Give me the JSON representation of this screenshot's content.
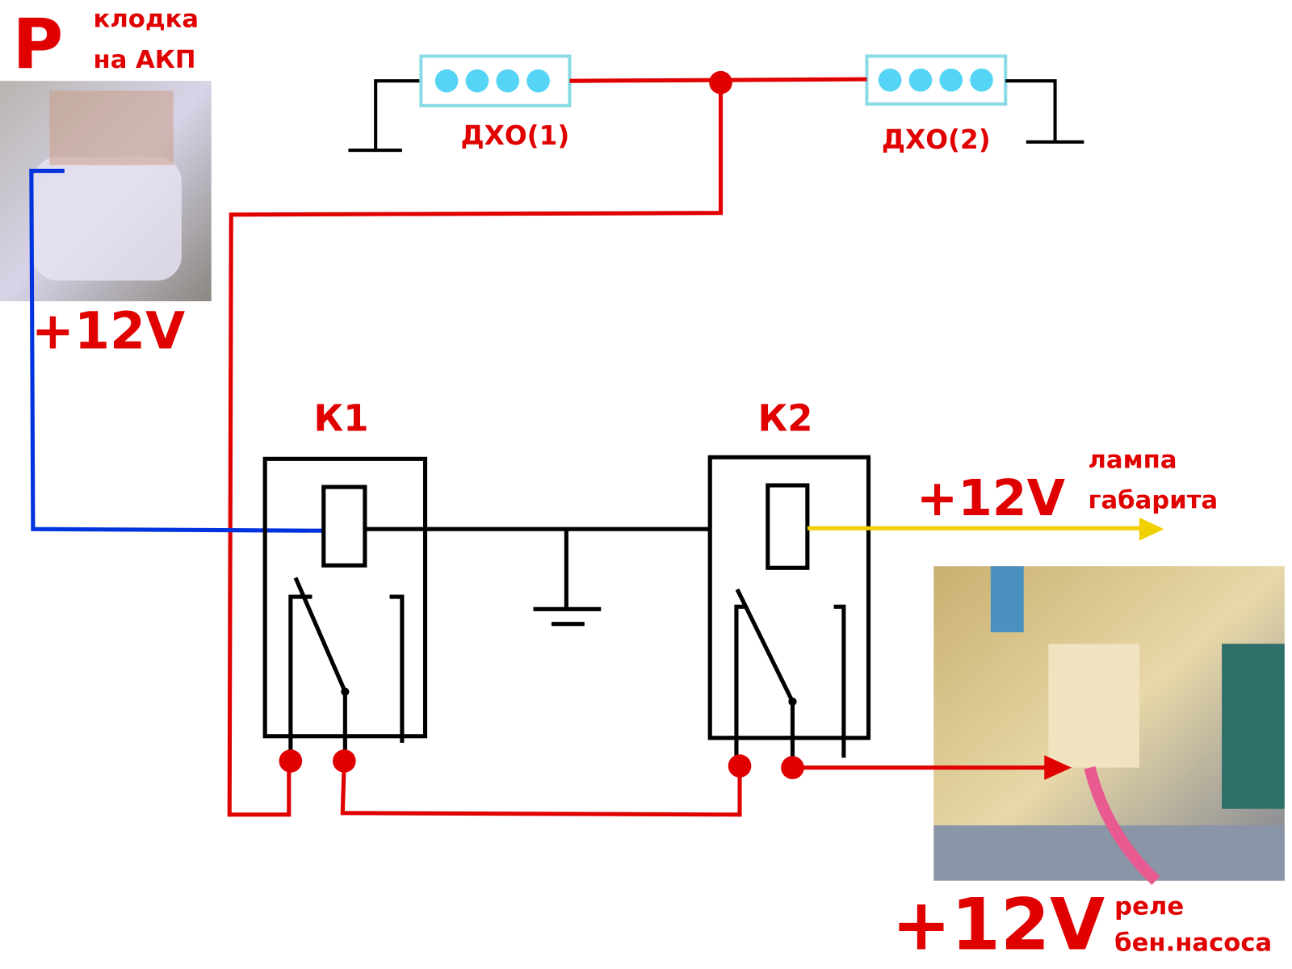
{
  "title_letter": "P",
  "park_label": [
    "клодка",
    "на АКП"
  ],
  "v12_left": "+12V",
  "drl1": "ДХО(1)",
  "drl2": "ДХО(2)",
  "relay1": "К1",
  "relay2": "К2",
  "v12_lamp": "+12V",
  "lamp_label": [
    "лампа",
    "габарита"
  ],
  "v12_pump": "+12V",
  "pump_label": [
    "реле",
    "бен.насоса"
  ],
  "colors": {
    "red": "#e00000",
    "blue": "#0033dd",
    "yellow": "#f0d000",
    "black": "#000000",
    "led": "#55d4f5"
  }
}
